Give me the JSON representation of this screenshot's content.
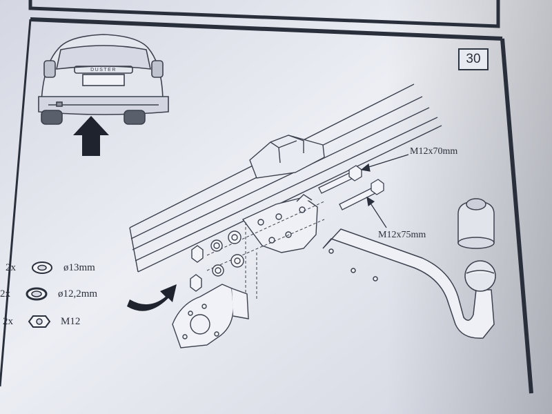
{
  "step_number": "30",
  "bolts": [
    {
      "label": "M12x70mm"
    },
    {
      "label": "M12x75mm"
    }
  ],
  "legend": [
    {
      "qty": "2x",
      "icon": "flat-washer-icon",
      "label": "ø13mm"
    },
    {
      "qty": "2x",
      "icon": "spring-washer-icon",
      "label": "ø12,2mm"
    },
    {
      "qty": "2x",
      "icon": "hex-nut-icon",
      "label": "M12"
    }
  ],
  "car_badge": "DUSTER"
}
